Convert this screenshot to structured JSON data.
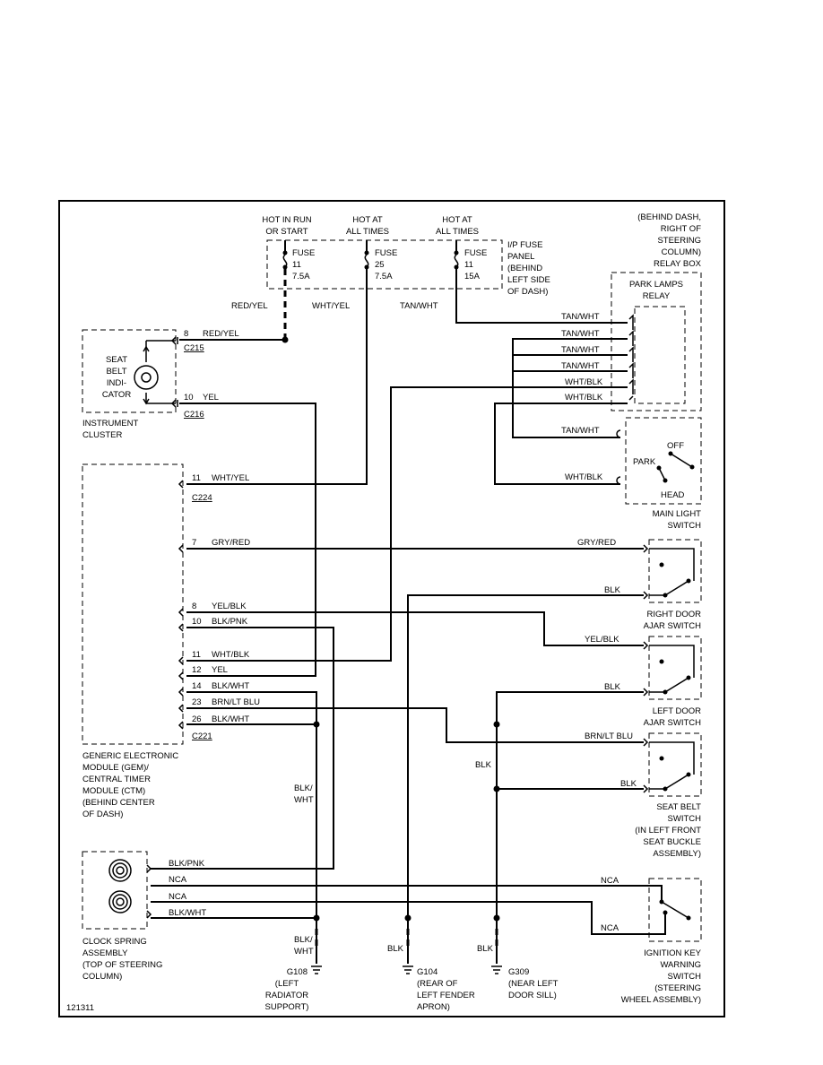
{
  "diagram_id": "121311",
  "fuse_panel": {
    "power": {
      "run_start": [
        "HOT IN RUN",
        "OR START"
      ],
      "at_times_1": [
        "HOT AT",
        "ALL TIMES"
      ],
      "at_times_2": [
        "HOT AT",
        "ALL TIMES"
      ]
    },
    "fuses": [
      {
        "label": "FUSE",
        "number": "11",
        "rating": "7.5A"
      },
      {
        "label": "FUSE",
        "number": "25",
        "rating": "7.5A"
      },
      {
        "label": "FUSE",
        "number": "11",
        "rating": "15A"
      }
    ],
    "description": [
      "I/P FUSE",
      "PANEL",
      "(BEHIND",
      "LEFT SIDE",
      "OF DASH)"
    ],
    "wires": [
      "RED/YEL",
      "WHT/YEL",
      "TAN/WHT"
    ]
  },
  "relay_box": {
    "location": [
      "(BEHIND DASH,",
      "RIGHT OF",
      "STEERING",
      "COLUMN)",
      "RELAY BOX"
    ],
    "relay_name": [
      "PARK LAMPS",
      "RELAY"
    ],
    "wires": [
      "TAN/WHT",
      "TAN/WHT",
      "TAN/WHT",
      "TAN/WHT",
      "WHT/BLK",
      "WHT/BLK"
    ]
  },
  "main_light_switch": {
    "wires": [
      "TAN/WHT",
      "WHT/BLK"
    ],
    "positions": {
      "off": "OFF",
      "park": "PARK",
      "head": "HEAD"
    },
    "name": [
      "MAIN LIGHT",
      "SWITCH"
    ]
  },
  "instrument_cluster": {
    "indicator": [
      "SEAT",
      "BELT",
      "INDI-",
      "CATOR"
    ],
    "pin_a": "8",
    "wire_a": "RED/YEL",
    "connector_a": "C215",
    "pin_b": "10",
    "wire_b": "YEL",
    "connector_b": "C216",
    "name": [
      "INSTRUMENT",
      "CLUSTER"
    ]
  },
  "gem": {
    "pins": [
      {
        "pin": "11",
        "wire": "WHT/YEL"
      },
      {
        "pin": "7",
        "wire": "GRY/RED"
      },
      {
        "pin": "8",
        "wire": "YEL/BLK"
      },
      {
        "pin": "10",
        "wire": "BLK/PNK"
      },
      {
        "pin": "11",
        "wire": "WHT/BLK"
      },
      {
        "pin": "12",
        "wire": "YEL"
      },
      {
        "pin": "14",
        "wire": "BLK/WHT"
      },
      {
        "pin": "23",
        "wire": "BRN/LT BLU"
      },
      {
        "pin": "26",
        "wire": "BLK/WHT"
      }
    ],
    "connector_top": "C224",
    "connector_bottom": "C221",
    "name": [
      "GENERIC ELECTRONIC",
      "MODULE (GEM)/",
      "CENTRAL TIMER",
      "MODULE (CTM)",
      "(BEHIND CENTER",
      "OF DASH)"
    ]
  },
  "right_door": {
    "wire_top": "GRY/RED",
    "wire_bottom": "BLK",
    "name": [
      "RIGHT DOOR",
      "AJAR SWITCH"
    ]
  },
  "left_door": {
    "wire_top": "YEL/BLK",
    "wire_bottom": "BLK",
    "name": [
      "LEFT DOOR",
      "AJAR SWITCH"
    ]
  },
  "seat_belt_switch": {
    "wire_top": "BRN/LT BLU",
    "wire_bottom": "BLK",
    "name": [
      "SEAT BELT",
      "SWITCH",
      "(IN LEFT FRONT",
      "SEAT BUCKLE",
      "ASSEMBLY)"
    ]
  },
  "ignition_key": {
    "wire_top": "NCA",
    "wire_bottom": "NCA",
    "name": [
      "IGNITION KEY",
      "WARNING",
      "SWITCH",
      "(STEERING",
      "WHEEL ASSEMBLY)"
    ]
  },
  "clock_spring": {
    "wires": [
      "BLK/PNK",
      "NCA",
      "NCA",
      "BLK/WHT"
    ],
    "name": [
      "CLOCK SPRING",
      "ASSEMBLY",
      "(TOP OF STEERING",
      "COLUMN)"
    ]
  },
  "ground_labels": {
    "blk_wht_mid": [
      "BLK/",
      "WHT"
    ],
    "blk_wht_low": [
      "BLK/",
      "WHT"
    ],
    "blk_mid": "BLK",
    "blk_low_1": "BLK",
    "blk_low_2": "BLK"
  },
  "grounds": [
    {
      "id": "G108",
      "desc": [
        "(LEFT",
        "RADIATOR",
        "SUPPORT)"
      ]
    },
    {
      "id": "G104",
      "desc": [
        "(REAR OF",
        "LEFT FENDER",
        "APRON)"
      ]
    },
    {
      "id": "G309",
      "desc": [
        "(NEAR LEFT",
        "DOOR SILL)"
      ]
    }
  ]
}
